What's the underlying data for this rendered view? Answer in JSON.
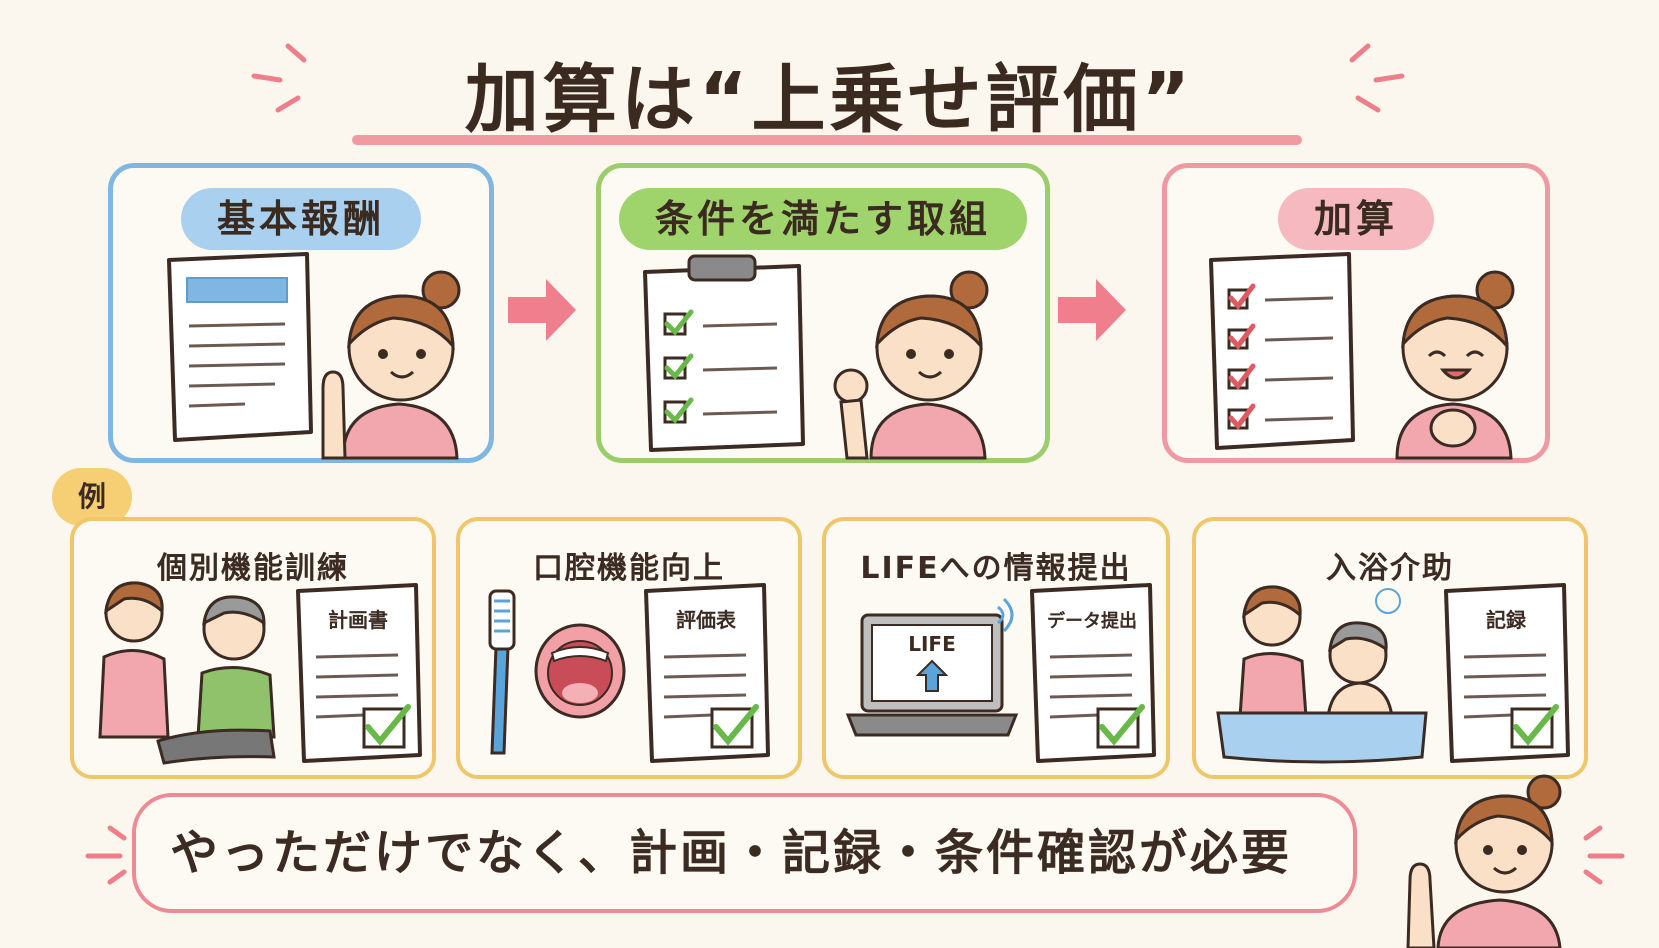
{
  "title": "加算は“上乗せ評価”",
  "steps": [
    {
      "label": "基本報酬",
      "border": "#7fb7e2",
      "pill": "#a9d1ef"
    },
    {
      "label": "条件を満たす取組",
      "border": "#9bcd6a",
      "pill": "#9fd36c"
    },
    {
      "label": "加算",
      "border": "#ef9aa3",
      "pill": "#f5b9bf"
    }
  ],
  "examples_badge": "例",
  "examples": [
    {
      "title": "個別機能訓練",
      "doc": "計画書"
    },
    {
      "title": "口腔機能向上",
      "doc": "評価表"
    },
    {
      "title": "LIFEへの情報提出",
      "doc": "データ提出",
      "screen": "LIFE"
    },
    {
      "title": "入浴介助",
      "doc": "記録"
    }
  ],
  "banner": "やっただけでなく、計画・記録・条件確認が必要",
  "colors": {
    "arrow": "#ef7f8c",
    "check": "#69b84a",
    "check_red": "#e05a62",
    "nurse_uniform": "#f2a7ae",
    "hair": "#b06a3c"
  }
}
